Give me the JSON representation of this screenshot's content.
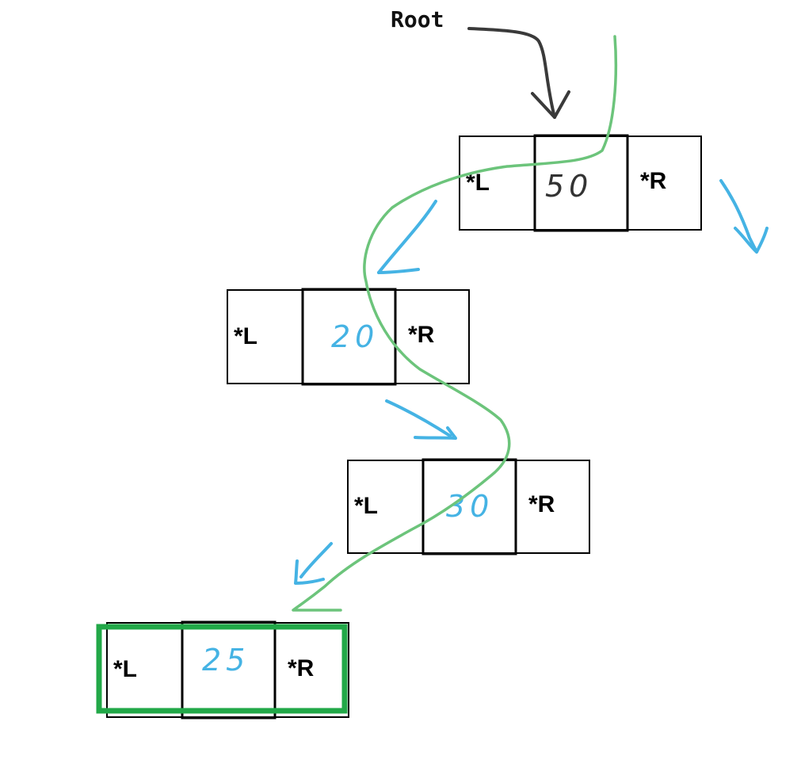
{
  "root_label": "Root",
  "nodes": [
    {
      "left": "*L",
      "value": "50",
      "right": "*R",
      "value_color": "#333333"
    },
    {
      "left": "*L",
      "value": "20",
      "right": "*R",
      "value_color": "#45b3e4"
    },
    {
      "left": "*L",
      "value": "30",
      "right": "*R",
      "value_color": "#45b3e4"
    },
    {
      "left": "*L",
      "value": "25",
      "right": "*R",
      "value_color": "#45b3e4",
      "highlighted": true
    }
  ],
  "colors": {
    "search_path": "#6cc47b",
    "direction_arrow": "#45b3e4",
    "highlight": "#22a848",
    "root_arrow": "#3a3a3a"
  }
}
